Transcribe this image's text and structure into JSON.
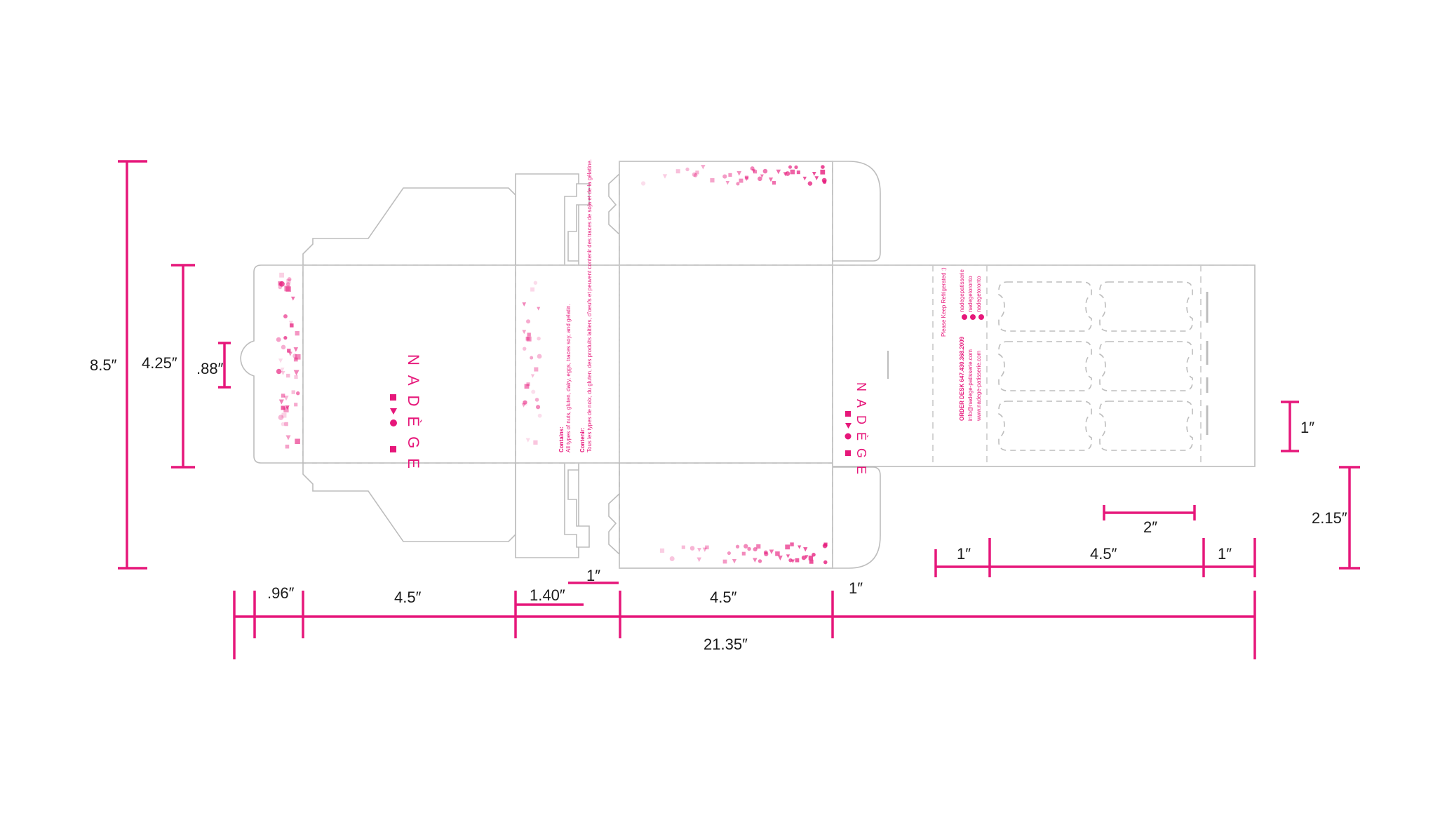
{
  "colors": {
    "accent": "#e6177a",
    "dieline": "#bdbdbd",
    "background": "#ffffff"
  },
  "dimensions": {
    "height_total": "8.5″",
    "height_panel": "4.25″",
    "notch": ".88″",
    "tab_96": ".96″",
    "panel1": "4.5″",
    "glue_140": "1.40″",
    "one_flap": "1″",
    "panel2": "4.5″",
    "one_side": "1″",
    "total_length": "21.35″",
    "insert_left": "1″",
    "insert_mid": "4.5″",
    "insert_right": "1″",
    "cavity_width": "2″",
    "cavity_gap": "1″",
    "insert_height": "2.15″"
  },
  "brand": {
    "name": "NADÈGE"
  },
  "allergen": {
    "contains_heading": "Contains:",
    "contains_body": "All types of nuts, gluten, dairy, eggs, traces soy, and gelatin.",
    "contenir_heading": "Contenir:",
    "contenir_body": "Tous les types de noix, du gluten, des produits laitiers, d’oeufs et peuvent contenir des traces de soja et de la gélatine."
  },
  "info_panel": {
    "keep": "Please Keep Refrigerated :)",
    "order_desk": "ORDER DESK 647.430.368.2009",
    "email": "info@nadege-patisserie.com",
    "web": "www.nadege-patisserie.com",
    "social1": "nadegepatisserie",
    "social2": "nadegetoronto",
    "social3": "nadegetoronto"
  }
}
